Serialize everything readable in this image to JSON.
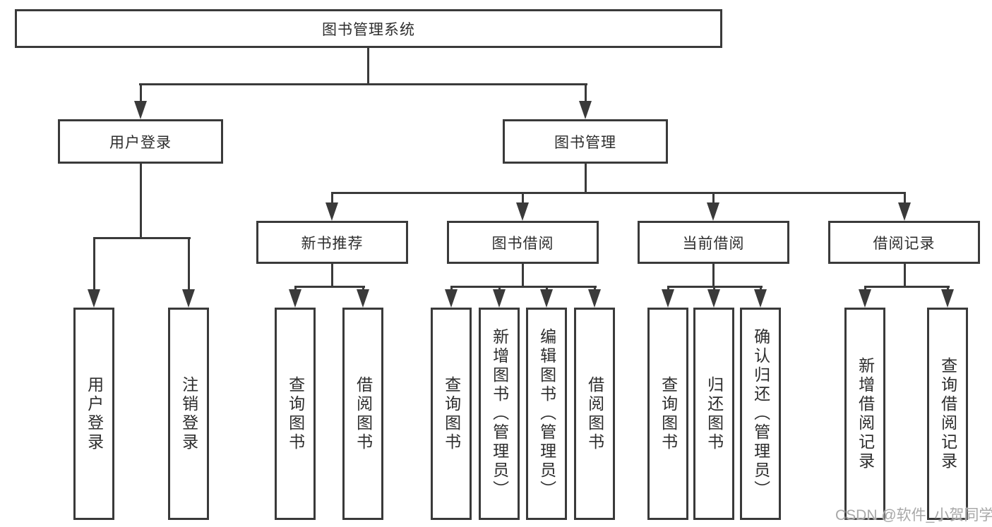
{
  "diagram_title": "图书管理系统",
  "nodes": {
    "root": {
      "label": "图书管理系统"
    },
    "level1": [
      {
        "label": "用户登录"
      },
      {
        "label": "图书管理"
      }
    ],
    "level2": [
      {
        "label": "新书推荐"
      },
      {
        "label": "图书借阅"
      },
      {
        "label": "当前借阅"
      },
      {
        "label": "借阅记录"
      }
    ],
    "leaves": {
      "user_login": [
        {
          "label": "用户登录"
        },
        {
          "label": "注销登录"
        }
      ],
      "new_book": [
        {
          "label": "查询图书"
        },
        {
          "label": "借阅图书"
        }
      ],
      "book_borrow": [
        {
          "label": "查询图书"
        },
        {
          "label": "新增图书（管理员）"
        },
        {
          "label": "编辑图书（管理员）"
        },
        {
          "label": "借阅图书"
        }
      ],
      "current_borrow": [
        {
          "label": "查询图书"
        },
        {
          "label": "归还图书"
        },
        {
          "label": "确认归还（管理员）"
        }
      ],
      "borrow_record": [
        {
          "label": "新增借阅记录"
        },
        {
          "label": "查询借阅记录"
        }
      ]
    }
  },
  "watermark": "CSDN @软件_小贺同学",
  "colors": {
    "line": "#3a3a3a",
    "text": "#2d2d2d",
    "watermark": "#a8a8a8",
    "background": "#ffffff"
  }
}
